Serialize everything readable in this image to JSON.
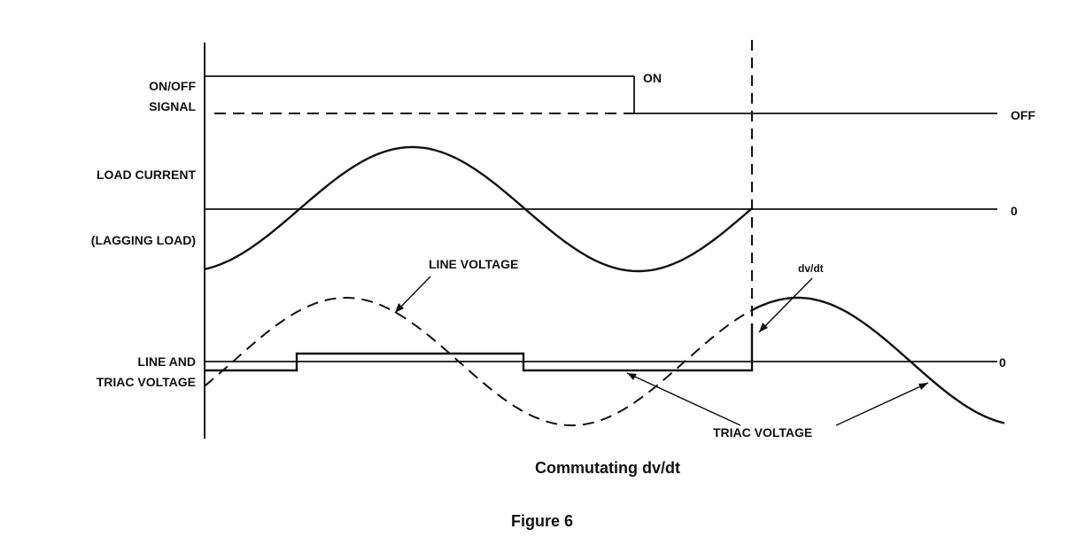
{
  "labels": {
    "on_off_signal_line1": "ON/OFF",
    "on_off_signal_line2": "SIGNAL",
    "on_state": "ON",
    "off_state": "OFF",
    "load_current": "LOAD CURRENT",
    "lagging_load": "(LAGGING LOAD)",
    "zero_current": "0",
    "line_voltage": "LINE VOLTAGE",
    "dvdt": "dv/dt",
    "line_and_line1": "LINE AND",
    "line_and_line2": "TRIAC VOLTAGE",
    "zero_voltage": "0",
    "triac_voltage": "TRIAC VOLTAGE"
  },
  "caption": "Commutating dv/dt",
  "figure_label": "Figure 6"
}
